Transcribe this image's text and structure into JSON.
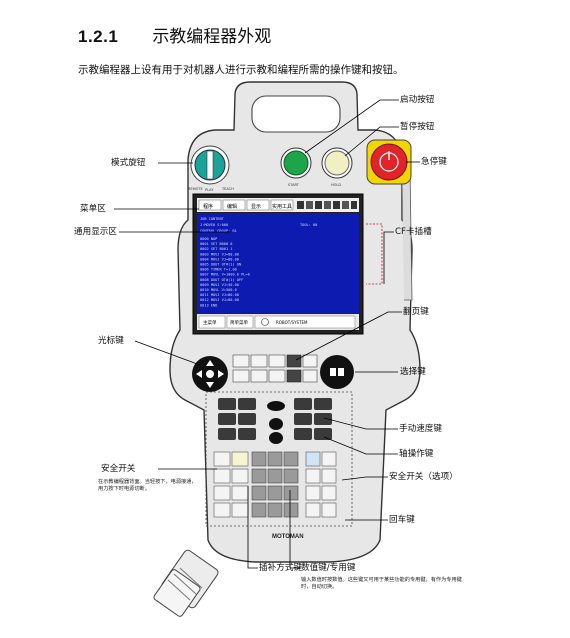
{
  "section": {
    "number": "1.2.1",
    "title": "示教编程器外观"
  },
  "intro_text": "示教编程器上设有用于对机器人进行示教和编程所需的操作键和按钮。",
  "callouts": {
    "start_button": "启动按钮",
    "hold_button": "暂停按钮",
    "mode_switch": "模式旋钮",
    "estop_button": "急停键",
    "menu_area": "菜单区",
    "general_display": "通用显示区",
    "cf_slot": "CF卡插槽",
    "page_key": "翻页键",
    "cursor_key": "光标键",
    "select_key": "选择键",
    "manual_speed_key": "手动速度键",
    "axis_key": "轴操作键",
    "safety_switch": "安全开关",
    "safety_switch_note": "在示教编程器背面。当轻按下，电源接通，用力按下时电源切断。",
    "safety_switch_opt": "安全开关（选项）",
    "enter_key": "回车键",
    "interp_key": "插补方式键",
    "numeric_key": "数值键/专用键",
    "numeric_key_note": "输入数值时按数值。这些键又可用于某些功能的专用键，有作为专用键时，自动切换。"
  },
  "device": {
    "brand": "MOTOMAN",
    "menu_tabs": [
      "程序",
      "编辑",
      "显示",
      "实用工具"
    ],
    "status_left": "主菜单",
    "status_mid": "简单菜单",
    "status_right": "ROBOT/SYSTEM",
    "lcd_header": [
      "JOB CONTENT",
      "J:MOVE0 S:000",
      "CONTROL GROUP: R1",
      "TOOL: 00"
    ],
    "lcd_lines": [
      "0000 NOP",
      "0001 SET B000 0",
      "0002 SET B001 1",
      "0003 MOVJ VJ=80.00",
      "0004 MOVJ VJ=80.00",
      "0005 DOUT OT#(1) ON",
      "0006 TIMER T=1.00",
      "0007 MOVL V=1000.0 PL=0",
      "0008 DOUT OT#(1) OFF",
      "0009 MOVJ VJ=50.00",
      "0010 MOVL V=500.0",
      "0011 MOVJ VJ=80.00",
      "0012 MOVJ VJ=80.00",
      "0013 END"
    ]
  }
}
